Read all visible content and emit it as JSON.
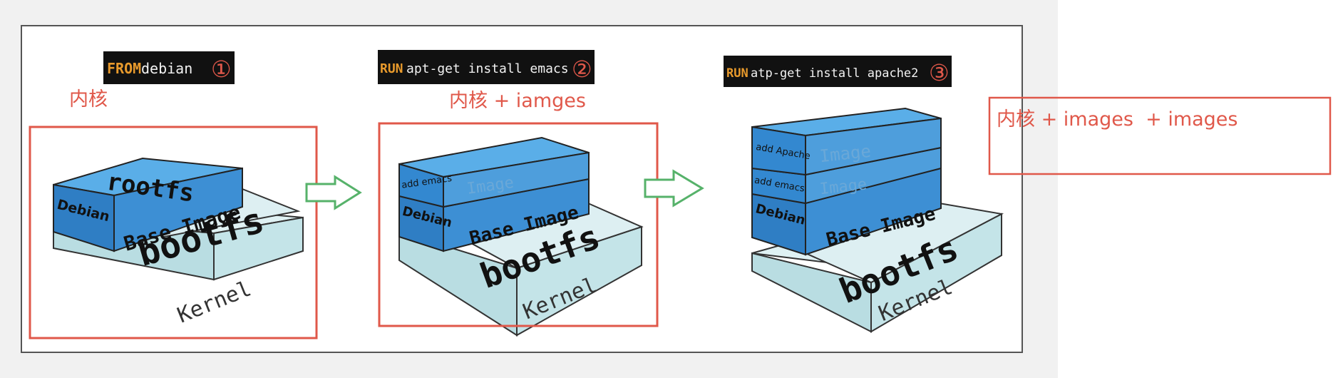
{
  "steps": [
    {
      "cmd_keyword": "FROM",
      "cmd_rest": " debian",
      "num": "①",
      "layers": {
        "rootfs": "rootfs",
        "debian": "Debian",
        "base": "Base Image",
        "bootfs": "bootfs",
        "kernel": "Kernel"
      }
    },
    {
      "cmd_keyword": "RUN",
      "cmd_rest": " apt-get install emacs",
      "num": "②",
      "layers": {
        "emacs": "add emacs",
        "image": "Image",
        "debian": "Debian",
        "base": "Base Image",
        "bootfs": "bootfs",
        "kernel": "Kernel"
      }
    },
    {
      "cmd_keyword": "RUN",
      "cmd_rest": " atp-get install apache2",
      "num": "③",
      "layers": {
        "apache": "add Apache",
        "image": "Image",
        "emacs": "add emacs",
        "image2": "Image",
        "debian": "Debian",
        "base": "Base Image",
        "bootfs": "bootfs",
        "kernel": "Kernel"
      }
    }
  ],
  "annotations": {
    "kernel": "内核",
    "kernel_images": "内核 + iamges",
    "kernel_images_images": "内核 + images  + images"
  },
  "colors": {
    "accent_red": "#e0584a",
    "layer_blue": "#3d8fd4",
    "layer_blue_top": "#5aaee8",
    "layer_blue_side": "#2f7ec4",
    "kernel_teal": "#c4e4e8",
    "kernel_teal_side": "#9fcbd2",
    "arrow_green": "#56b26a",
    "cmd_bg": "#111111",
    "cmd_keyword": "#e89a2c",
    "cmd_text": "#f2f2f2"
  }
}
